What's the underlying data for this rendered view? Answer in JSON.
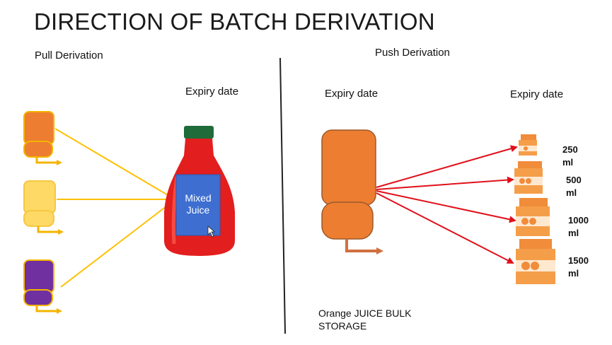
{
  "title": "DIRECTION OF BATCH DERIVATION",
  "pull": {
    "heading": "Pull Derivation",
    "expiry_label": "Expiry date",
    "source_colors": [
      "#ED7D31",
      "#FFD966",
      "#7030A0"
    ],
    "product_label": "Mixed Juice",
    "arrow_color": "#FFC000"
  },
  "push": {
    "heading": "Push Derivation",
    "expiry_left": "Expiry date",
    "expiry_right": "Expiry date",
    "tank_color": "#ED7D31",
    "arrow_color": "#E0101A",
    "storage_caption": "Orange JUICE BULK STORAGE",
    "sizes": [
      "250 ml",
      "500 ml",
      "1000 ml",
      "1500 ml"
    ]
  }
}
